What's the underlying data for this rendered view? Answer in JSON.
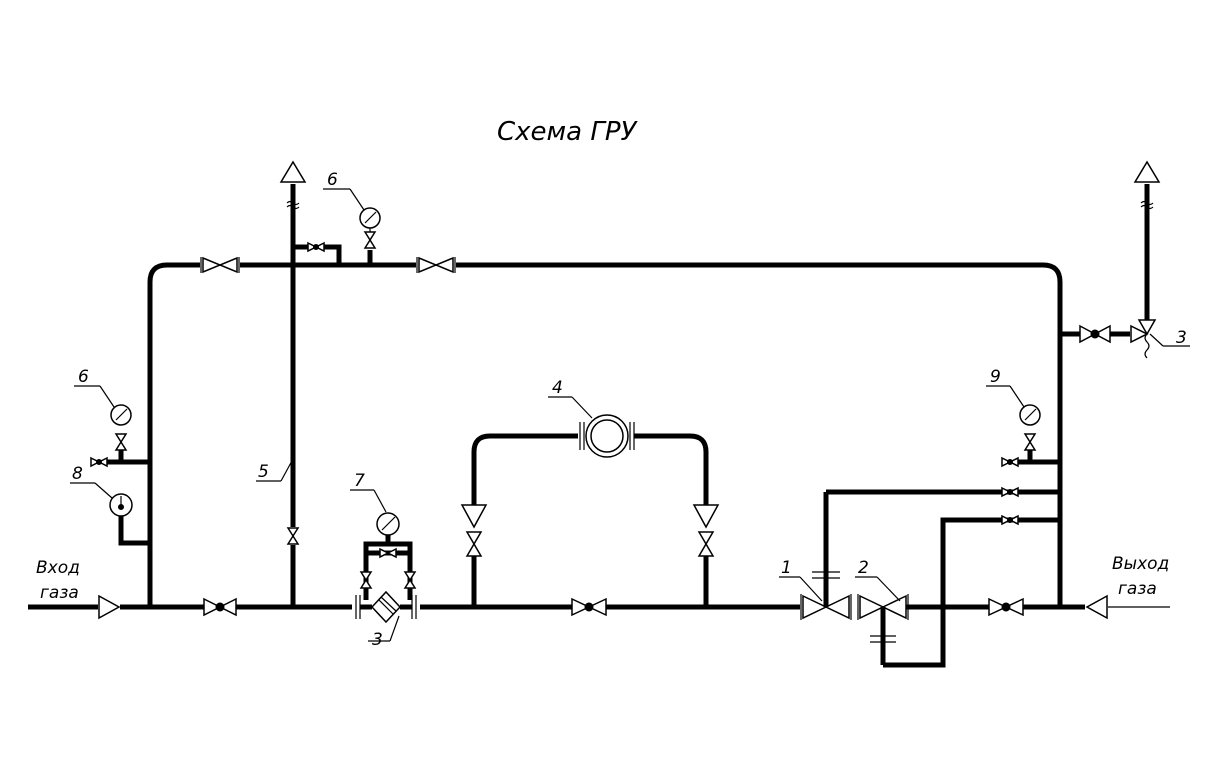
{
  "title": "Схема ГРУ",
  "inlet_label": [
    "Вход",
    "газа"
  ],
  "outlet_label": [
    "Выход",
    "газа"
  ],
  "callouts": {
    "regulator_1": "1",
    "regulator_2": "2",
    "filter": "3",
    "relief_valve": "3",
    "meter": "4",
    "purge_pipe": "5",
    "gauge_top": "6",
    "gauge_left": "6",
    "diff_gauge": "7",
    "thermometer": "8",
    "gauge_right": "9"
  },
  "colors": {
    "line": "#000000",
    "background": "#ffffff"
  }
}
